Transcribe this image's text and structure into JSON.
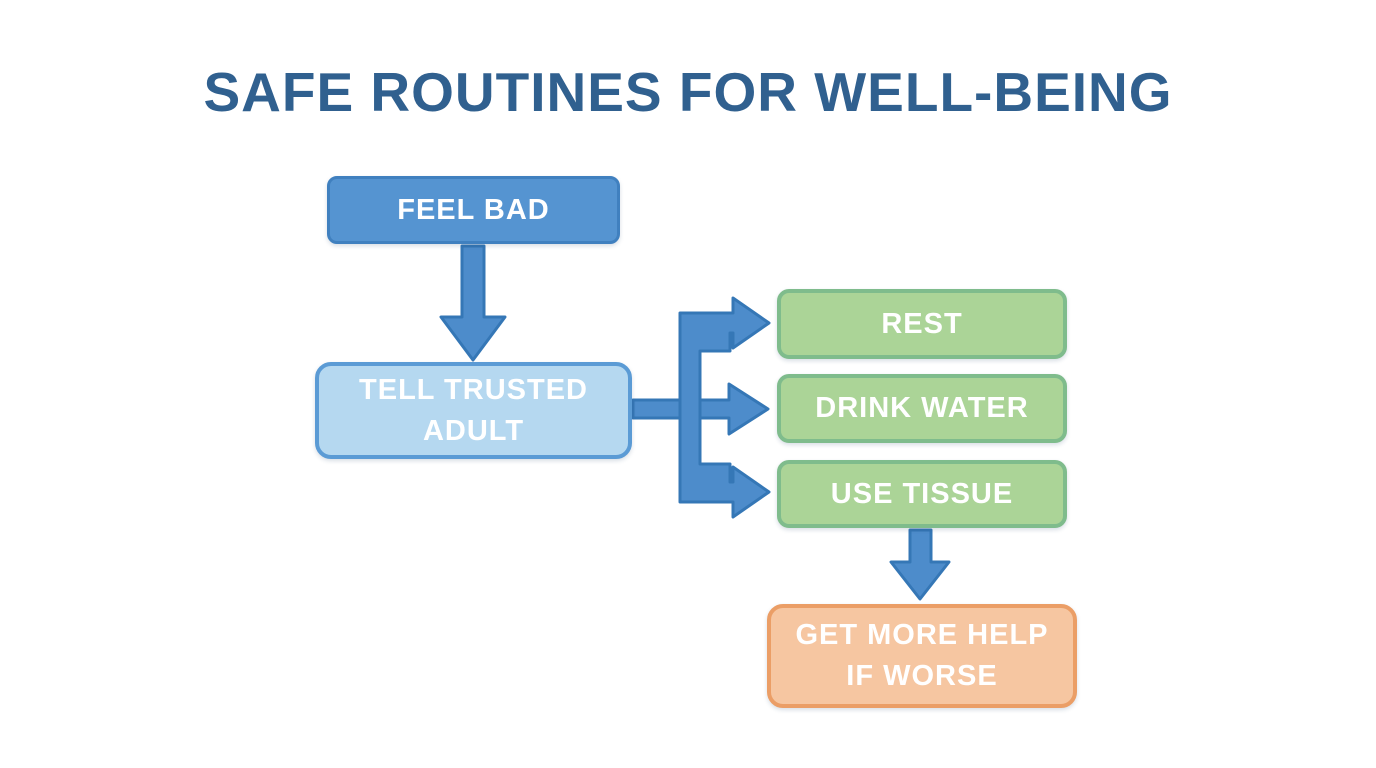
{
  "title": "SAFE ROUTINES FOR WELL-BEING",
  "nodes": {
    "feel_bad": {
      "label": "FEEL BAD"
    },
    "tell_trusted_adult": {
      "label": "TELL TRUSTED ADULT",
      "line1": "TELL TRUSTED",
      "line2": "ADULT"
    },
    "rest": {
      "label": "REST"
    },
    "drink_water": {
      "label": "DRINK WATER"
    },
    "use_tissue": {
      "label": "USE TISSUE"
    },
    "get_more_help": {
      "label": "GET MORE HELP IF WORSE",
      "line1": "GET MORE HELP",
      "line2": "IF WORSE"
    }
  },
  "edges": [
    {
      "from": "FEEL BAD",
      "to": "TELL TRUSTED ADULT"
    },
    {
      "from": "TELL TRUSTED ADULT",
      "to": "REST"
    },
    {
      "from": "TELL TRUSTED ADULT",
      "to": "DRINK WATER"
    },
    {
      "from": "TELL TRUSTED ADULT",
      "to": "USE TISSUE"
    },
    {
      "from": "USE TISSUE",
      "to": "GET MORE HELP IF WORSE"
    }
  ],
  "colors": {
    "background": "#ffffff",
    "title_text": "#30608f",
    "feel_bad_fill": "#5594d1",
    "feel_bad_border": "#4080bf",
    "tell_adult_fill": "#b5d8f0",
    "tell_adult_border": "#5b9bd5",
    "action_fill": "#abd497",
    "action_border": "#7fbc8c",
    "help_fill": "#f6c6a1",
    "help_border": "#eb9e66",
    "arrow_fill": "#4d8ccb",
    "arrow_stroke": "#3577b6",
    "node_text": "#ffffff"
  }
}
